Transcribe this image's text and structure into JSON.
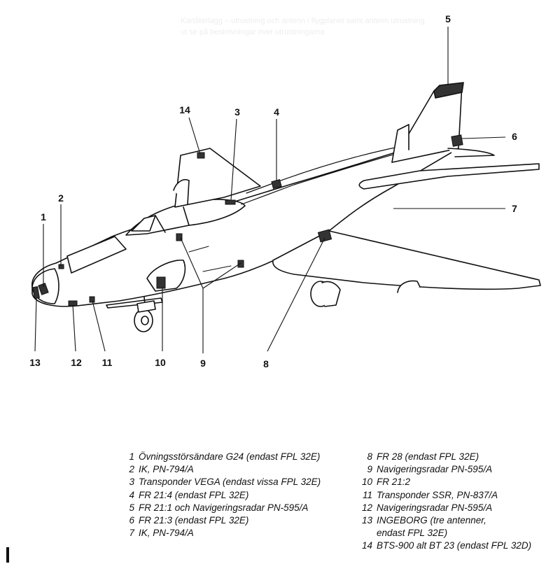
{
  "header_faint": {
    "line1": "Kartåterlagg – utrustning och antenn i flygplanet samt antenn utrustning",
    "line2": "ut se på beskrivningar över utrustningarna"
  },
  "callouts": [
    "1",
    "2",
    "3",
    "4",
    "5",
    "6",
    "7",
    "8",
    "9",
    "10",
    "11",
    "12",
    "13",
    "14"
  ],
  "legend": {
    "left": [
      {
        "num": "1",
        "text": "Övningsstörsändare G24 (endast FPL 32E)"
      },
      {
        "num": "2",
        "text": "IK, PN-794/A"
      },
      {
        "num": "3",
        "text": "Transponder VEGA (endast vissa FPL 32E)"
      },
      {
        "num": "4",
        "text": "FR 21:4 (endast FPL 32E)"
      },
      {
        "num": "5",
        "text": "FR 21:1 och Navigeringsradar PN-595/A"
      },
      {
        "num": "6",
        "text": "FR 21:3 (endast FPL 32E)"
      },
      {
        "num": "7",
        "text": "IK, PN-794/A"
      }
    ],
    "right": [
      {
        "num": "8",
        "text": "FR 28 (endast FPL 32E)"
      },
      {
        "num": "9",
        "text": "Navigeringsradar PN-595/A"
      },
      {
        "num": "10",
        "text": "FR 21:2"
      },
      {
        "num": "11",
        "text": "Transponder SSR, PN-837/A"
      },
      {
        "num": "12",
        "text": "Navigeringsradar PN-595/A"
      },
      {
        "num": "13",
        "text": "INGEBORG (tre antenner,"
      },
      {
        "num": "",
        "text": "endast FPL 32E)"
      },
      {
        "num": "14",
        "text": "BTS-900 alt BT 23 (endast FPL 32D)"
      }
    ]
  }
}
